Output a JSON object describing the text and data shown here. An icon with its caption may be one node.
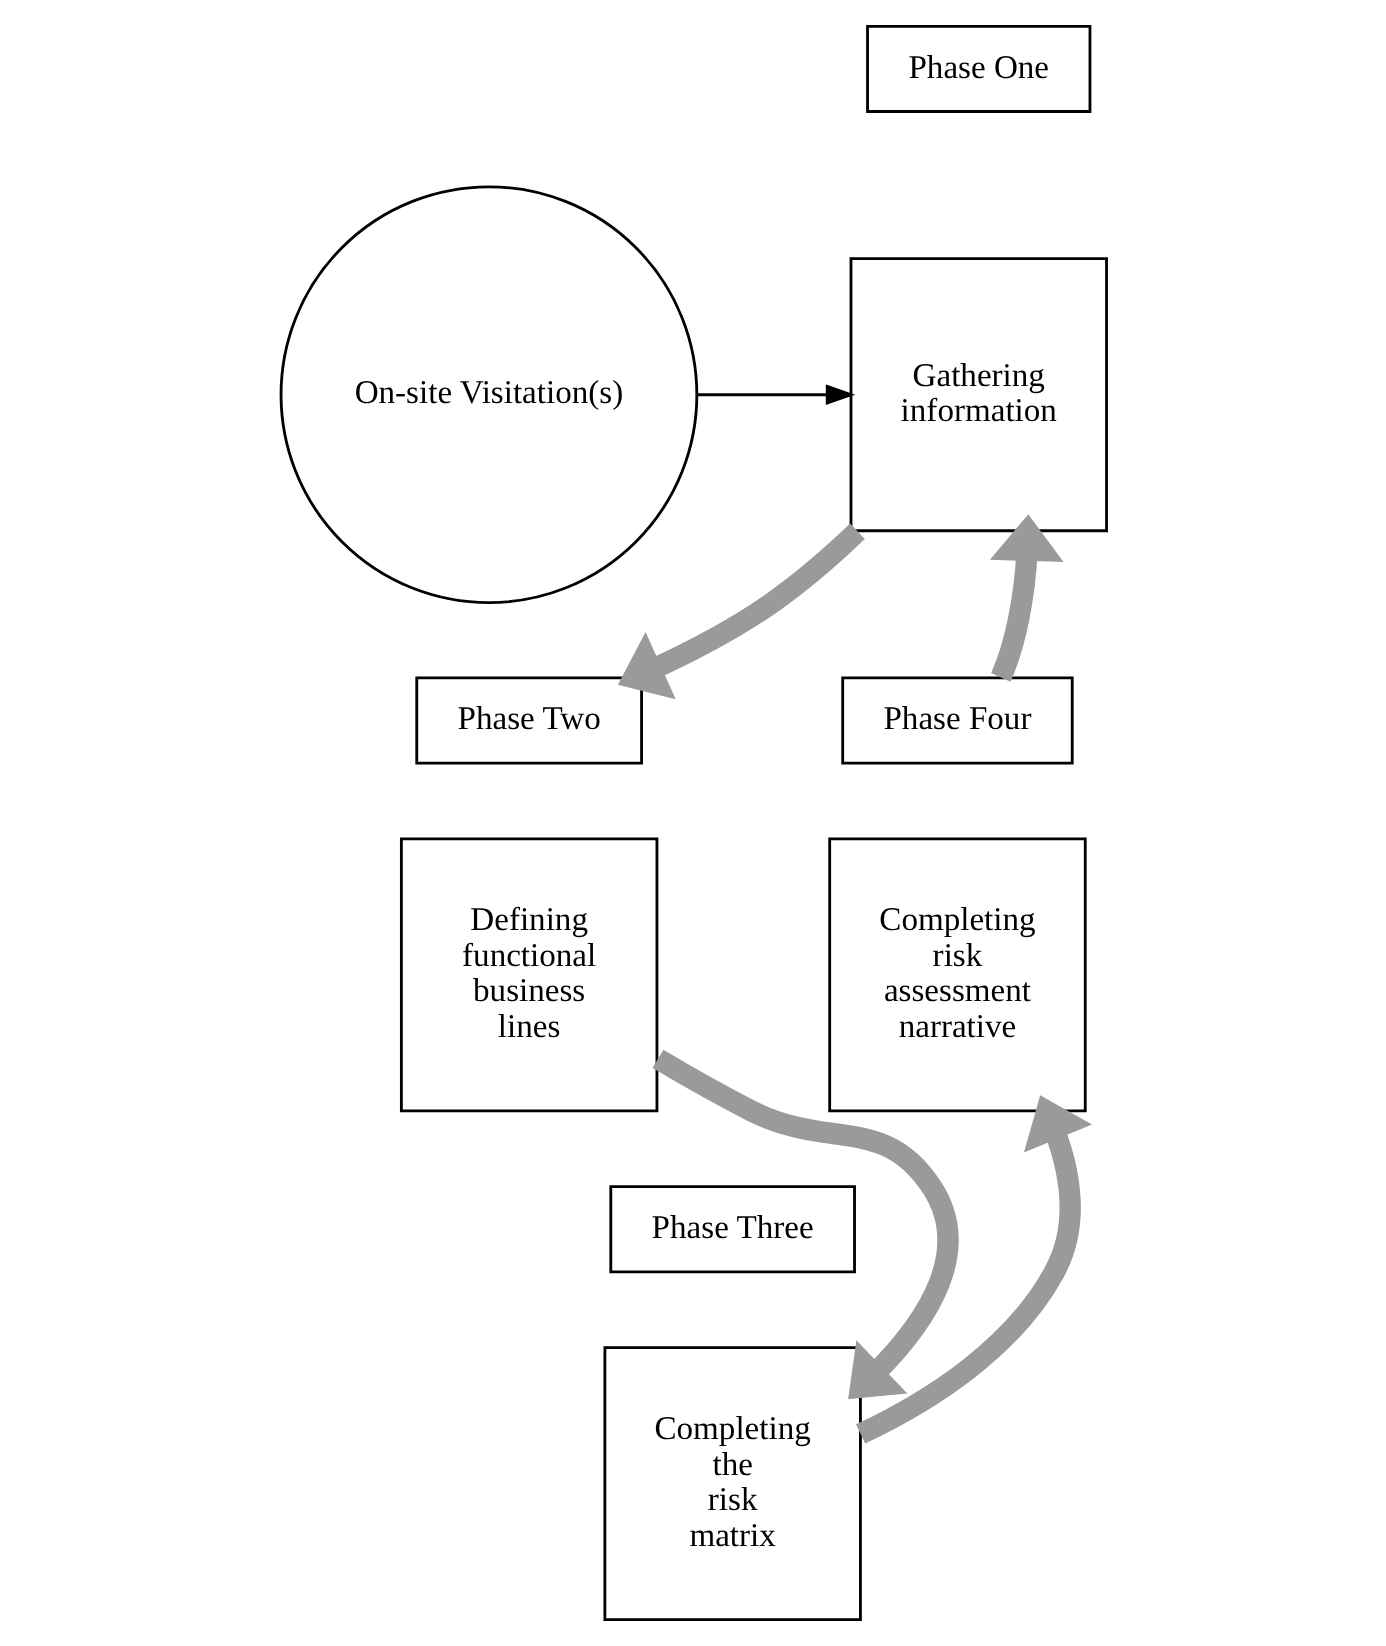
{
  "diagram": {
    "nodes": [
      {
        "text": [
          "Phase One"
        ]
      },
      {
        "text": [
          "Gathering information"
        ]
      },
      {
        "text": [
          "On-site Visitation(s)"
        ]
      },
      {
        "text": [
          "Phase Two"
        ]
      },
      {
        "text": [
          "Defining functional business lines"
        ]
      },
      {
        "text": [
          "Phase Three"
        ]
      },
      {
        "text": [
          "Completing the risk matrix"
        ]
      },
      {
        "text": [
          "Phase Four"
        ]
      },
      {
        "text": [
          "Completing risk assessment narrative"
        ]
      }
    ],
    "edges": [
      {
        "from": 2,
        "to": 1,
        "arrow": "to",
        "color": "#000000"
      },
      {
        "from": 1,
        "to": 3,
        "arrow": "to"
      },
      {
        "from": 4,
        "to": 6,
        "arrow": "to"
      },
      {
        "from": 6,
        "to": 8,
        "arrow": "to"
      },
      {
        "from": 7,
        "to": 1,
        "arrow": "to"
      }
    ]
  }
}
